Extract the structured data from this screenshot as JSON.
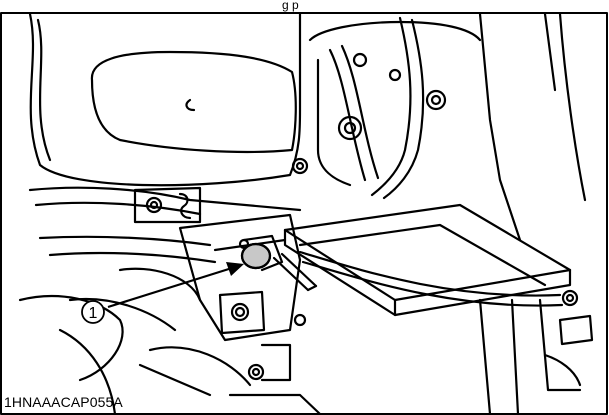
{
  "header": {
    "caption_fragment": "g p"
  },
  "callouts": [
    {
      "number": "1",
      "target": "pin"
    }
  ],
  "figure_code": "1HNAAACAP055A",
  "colors": {
    "line": "#000000",
    "background": "#ffffff"
  }
}
